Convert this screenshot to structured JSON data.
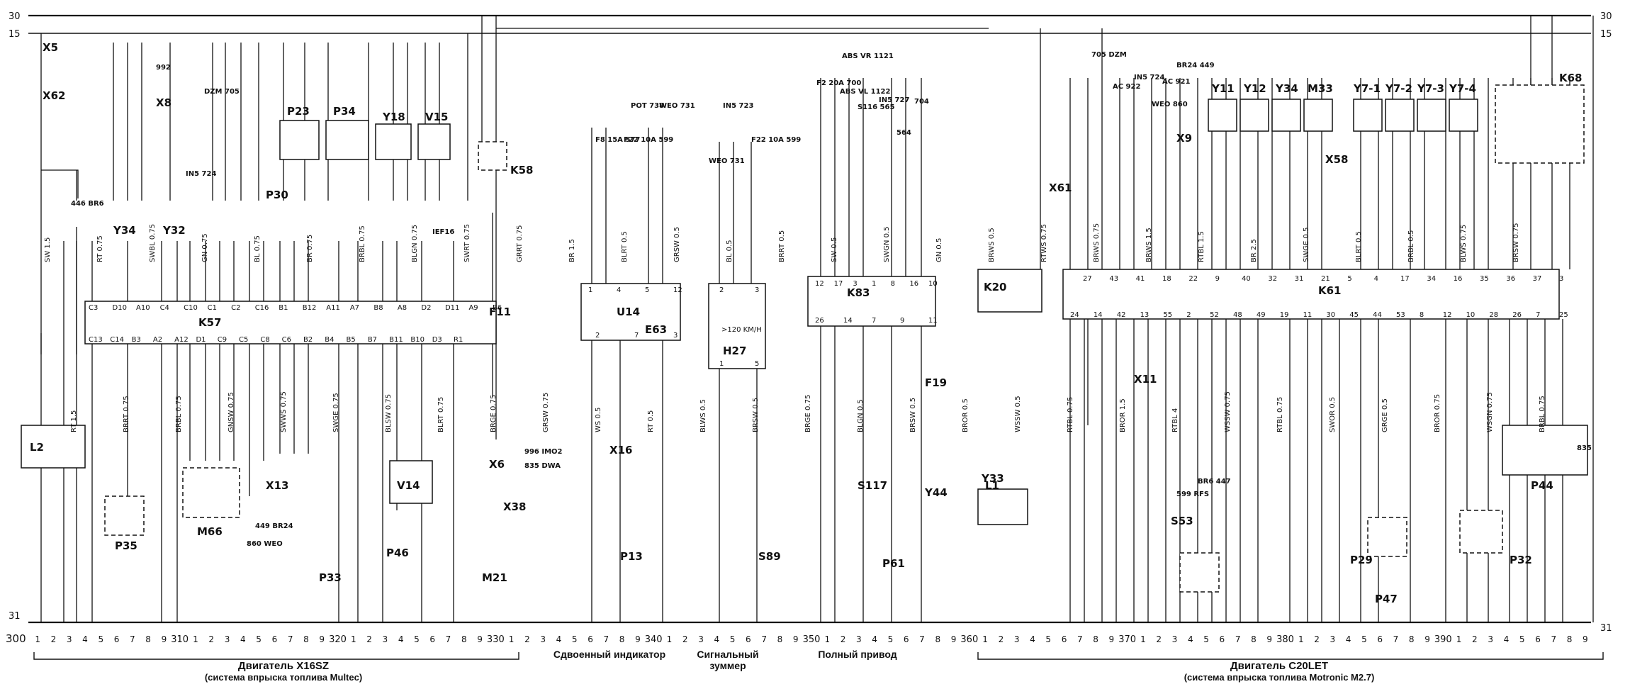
{
  "rails": {
    "top": {
      "number": "30"
    },
    "second": {
      "number": "15"
    },
    "ground": {
      "number": "31"
    },
    "right_top": {
      "number": "30"
    },
    "right_second": {
      "number": "15"
    },
    "right_ground": {
      "number": "31"
    }
  },
  "components": [
    {
      "id": "K57",
      "label": "K57"
    },
    {
      "id": "K58",
      "label": "K58"
    },
    {
      "id": "K61",
      "label": "K61"
    },
    {
      "id": "K68",
      "label": "K68"
    },
    {
      "id": "K83",
      "label": "K83"
    },
    {
      "id": "K20",
      "label": "K20"
    },
    {
      "id": "L2",
      "label": "L2"
    },
    {
      "id": "L1",
      "label": "L1"
    },
    {
      "id": "P23",
      "label": "P23"
    },
    {
      "id": "P34",
      "label": "P34"
    },
    {
      "id": "Y18",
      "label": "Y18"
    },
    {
      "id": "V15",
      "label": "V15"
    },
    {
      "id": "P30",
      "label": "P30"
    },
    {
      "id": "Y34",
      "label": "Y34"
    },
    {
      "id": "Y32",
      "label": "Y32"
    },
    {
      "id": "P35",
      "label": "P35"
    },
    {
      "id": "M66",
      "label": "M66"
    },
    {
      "id": "X13",
      "label": "X13"
    },
    {
      "id": "P33",
      "label": "P33"
    },
    {
      "id": "P46",
      "label": "P46"
    },
    {
      "id": "V14",
      "label": "V14"
    },
    {
      "id": "M21",
      "label": "M21"
    },
    {
      "id": "F11",
      "label": "F11"
    },
    {
      "id": "U14",
      "label": "U14"
    },
    {
      "id": "E63",
      "label": "E63"
    },
    {
      "id": "P13",
      "label": "P13"
    },
    {
      "id": "H27",
      "label": "H27"
    },
    {
      "id": "S89",
      "label": "S89"
    },
    {
      "id": "S117",
      "label": "S117"
    },
    {
      "id": "P61",
      "label": "P61"
    },
    {
      "id": "F19",
      "label": "F19"
    },
    {
      "id": "Y44",
      "label": "Y44"
    },
    {
      "id": "Y33",
      "label": "Y33"
    },
    {
      "id": "S53",
      "label": "S53"
    },
    {
      "id": "P29",
      "label": "P29"
    },
    {
      "id": "P47",
      "label": "P47"
    },
    {
      "id": "P32",
      "label": "P32"
    },
    {
      "id": "P44",
      "label": "P44"
    },
    {
      "id": "Y11",
      "label": "Y11"
    },
    {
      "id": "Y12",
      "label": "Y12"
    },
    {
      "id": "Y34b",
      "label": "Y34"
    },
    {
      "id": "M33",
      "label": "M33"
    },
    {
      "id": "Y7-1",
      "label": "Y7-1"
    },
    {
      "id": "Y7-2",
      "label": "Y7-2"
    },
    {
      "id": "Y7-3",
      "label": "Y7-3"
    },
    {
      "id": "Y7-4",
      "label": "Y7-4"
    },
    {
      "id": "X5",
      "label": "X5"
    },
    {
      "id": "X62",
      "label": "X62"
    },
    {
      "id": "X8",
      "label": "X8"
    },
    {
      "id": "X6",
      "label": "X6"
    },
    {
      "id": "X16",
      "label": "X16"
    },
    {
      "id": "X9",
      "label": "X9"
    },
    {
      "id": "X11",
      "label": "X11"
    },
    {
      "id": "X58",
      "label": "X58"
    },
    {
      "id": "X61",
      "label": "X61"
    },
    {
      "id": "X38",
      "label": "X38"
    }
  ],
  "tags": [
    "446 BR6",
    "992",
    "DZM 705",
    "IN5 724",
    "IEF16",
    "449 BR24",
    "860 WEO",
    "996 IMO2",
    "835 DWA",
    "POT 738",
    "WEO 731",
    "F8 15A 577",
    "F22 10A 599",
    "IN5 723",
    "WEO 731",
    "F22 10A 599",
    "ABS VR 1121",
    "F2 20A 700",
    "ABS VL 1122",
    "S116 565",
    "IN5 727",
    "564",
    "704",
    "705 DZM",
    "AC 922",
    "IN5 724",
    "WEO 860",
    "AC 921",
    "BR24 449",
    "BR6 447",
    "599 RFS",
    "835"
  ],
  "wires": [
    "SW 1.5",
    "RT 1.5",
    "RT 0.75",
    "BRRT 0.75",
    "SWBL 0.75",
    "BRBL 0.75",
    "GN 0.75",
    "GNSW 0.75",
    "BL 0.75",
    "SWWS 0.75",
    "BR 0.75",
    "SWGE 0.75",
    "BRBL 0.75",
    "BLSW 0.75",
    "BLGN 0.75",
    "BLRT 0.75",
    "SWRT 0.75",
    "BRGE 0.75",
    "GRRT 0.75",
    "GRSW 0.75",
    "BR 1.5",
    "WS 0.5",
    "BLRT 0.5",
    "RT 0.5",
    "GRSW 0.5",
    "BLWS 0.5",
    "BL 0.5",
    "BRSW 0.5",
    "BRRT 0.5",
    "BRGE 0.75",
    "SW 0.5",
    "BLGN 0.5",
    "SWGN 0.5",
    "BRSW 0.5",
    "GN 0.5",
    "BROR 0.5",
    "BRWS 0.5",
    "WSSW 0.5",
    "RTWS 0.75",
    "RTBL 0.75",
    "BRWS 0.75",
    "BROR 1.5",
    "BRWS 1.5",
    "RTBL 4",
    "RTBL 1.5",
    "WSSW 0.75",
    "BR 2.5",
    "RTBL 0.75",
    "SWGE 0.5",
    "SWOR 0.5",
    "BLRT 0.5",
    "GRGE 0.5",
    "BRBL 0.5",
    "BROR 0.75",
    "BLWS 0.75",
    "WSGN 0.75",
    "BRSW 0.75",
    "BRBL 0.75"
  ],
  "axis": {
    "left_start": "300",
    "ticks": [
      "1",
      "2",
      "3",
      "4",
      "5",
      "6",
      "7",
      "8",
      "9",
      "310",
      "1",
      "2",
      "3",
      "4",
      "5",
      "6",
      "7",
      "8",
      "9",
      "320",
      "1",
      "2",
      "3",
      "4",
      "5",
      "6",
      "7",
      "8",
      "9",
      "330",
      "1",
      "2",
      "3",
      "4",
      "5",
      "6",
      "7",
      "8",
      "9",
      "340",
      "1",
      "2",
      "3",
      "4",
      "5",
      "6",
      "7",
      "8",
      "9",
      "350",
      "1",
      "2",
      "3",
      "4",
      "5",
      "6",
      "7",
      "8",
      "9",
      "360",
      "1",
      "2",
      "3",
      "4",
      "5",
      "6",
      "7",
      "8",
      "9",
      "370",
      "1",
      "2",
      "3",
      "4",
      "5",
      "6",
      "7",
      "8",
      "9",
      "380",
      "1",
      "2",
      "3",
      "4",
      "5",
      "6",
      "7",
      "8",
      "9",
      "390",
      "1",
      "2",
      "3",
      "4",
      "5",
      "6",
      "7",
      "8",
      "9"
    ]
  },
  "captions": {
    "x16sz_title": "Двигатель X16SZ",
    "x16sz_sub": "(система впрыска топлива Multec)",
    "dual_indicator": "Сдвоенный индикатор",
    "buzzer_1": "Сигнальный",
    "buzzer_2": "зуммер",
    "awd": "Полный привод",
    "c20let_title": "Двигатель C20LET",
    "c20let_sub": "(система впрыска топлива Motronic M2.7)"
  },
  "pin_labels": {
    "k57_top": [
      "C3",
      "D10",
      "A10",
      "C4",
      "C10",
      "C1",
      "C2",
      "C16",
      "B1",
      "B12",
      "A11",
      "A7",
      "B8",
      "A8",
      "D2",
      "D11",
      "A9",
      "B6"
    ],
    "k57_bottom": [
      "C13",
      "C14",
      "B3",
      "A2",
      "A12",
      "D1",
      "C9",
      "C5",
      "C8",
      "C6",
      "B2",
      "B4",
      "B5",
      "B7",
      "B11",
      "B10",
      "D3",
      "R1"
    ],
    "k61_top": [
      "27",
      "43",
      "41",
      "18",
      "22",
      "9",
      "40",
      "32",
      "31",
      "21",
      "5",
      "4",
      "17",
      "34",
      "16",
      "35",
      "36",
      "37",
      "3"
    ],
    "k61_bottom": [
      "24",
      "14",
      "42",
      "13",
      "55",
      "2",
      "52",
      "48",
      "49",
      "19",
      "11",
      "30",
      "45",
      "44",
      "53",
      "8",
      "12",
      "10",
      "28",
      "26",
      "7",
      "25"
    ],
    "k83_top": [
      "12",
      "17",
      "3",
      "1",
      "8",
      "16",
      "10"
    ],
    "k83_bottom": [
      "26",
      "14",
      "7",
      "9",
      "11"
    ],
    "u14_top": [
      "1",
      "4",
      "5",
      "12"
    ],
    "u14_bottom": [
      "2",
      "7",
      "3"
    ],
    "h27_top": [
      "2",
      "3"
    ],
    "h27_bottom": [
      "1",
      "5"
    ],
    "h27_speed": ">120 KM/H"
  }
}
